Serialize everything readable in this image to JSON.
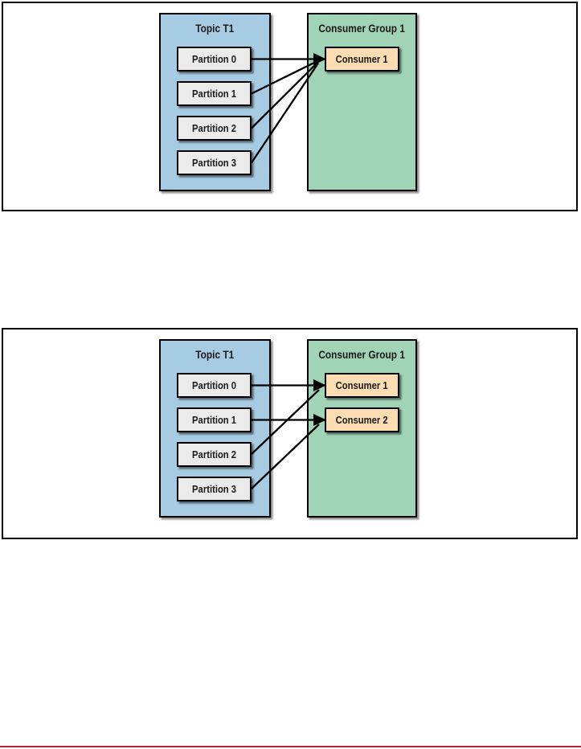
{
  "palette": {
    "topic_fill": "#a7cbe2",
    "group_fill": "#a1d3b7",
    "consumer_fill": "#fcdcb2",
    "partition_fill": "#ebebeb",
    "line_color": "#000000",
    "bottom_rule_color": "#b12331"
  },
  "figures": [
    {
      "topic": {
        "title": "Topic T1",
        "partitions": [
          "Partition 0",
          "Partition 1",
          "Partition 2",
          "Partition 3"
        ]
      },
      "group": {
        "title": "Consumer Group 1",
        "consumers": [
          "Consumer 1"
        ]
      },
      "assignments": [
        {
          "from": "Partition 0",
          "to": "Consumer 1"
        },
        {
          "from": "Partition 1",
          "to": "Consumer 1"
        },
        {
          "from": "Partition 2",
          "to": "Consumer 1"
        },
        {
          "from": "Partition 3",
          "to": "Consumer 1"
        }
      ]
    },
    {
      "topic": {
        "title": "Topic T1",
        "partitions": [
          "Partition 0",
          "Partition 1",
          "Partition 2",
          "Partition 3"
        ]
      },
      "group": {
        "title": "Consumer Group 1",
        "consumers": [
          "Consumer 1",
          "Consumer 2"
        ]
      },
      "assignments": [
        {
          "from": "Partition 0",
          "to": "Consumer 1"
        },
        {
          "from": "Partition 1",
          "to": "Consumer 2"
        },
        {
          "from": "Partition 2",
          "to": "Consumer 1"
        },
        {
          "from": "Partition 3",
          "to": "Consumer 2"
        }
      ]
    }
  ]
}
